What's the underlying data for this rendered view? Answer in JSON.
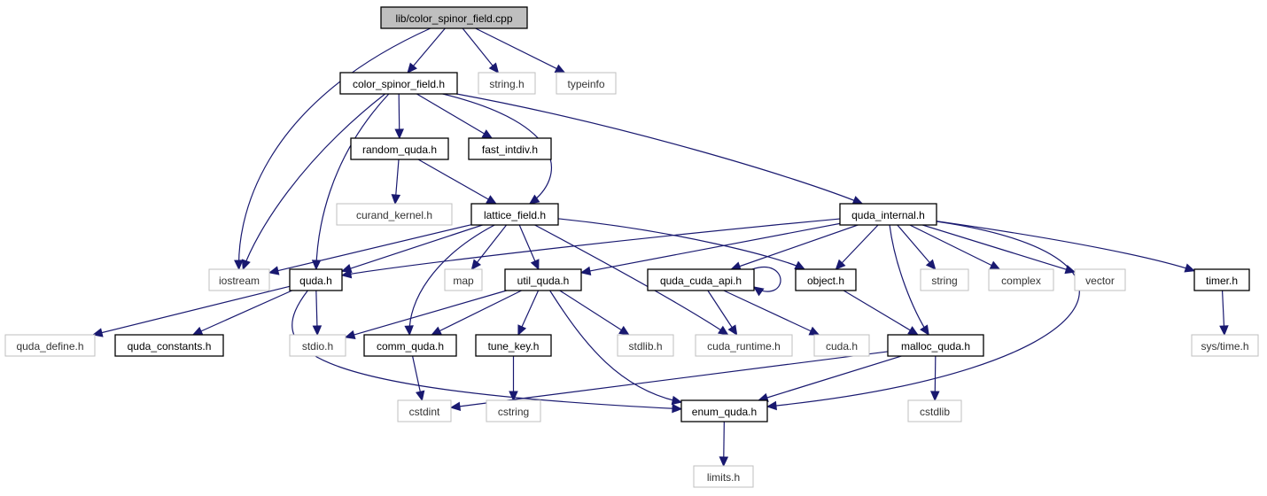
{
  "graph": {
    "nodes": [
      {
        "id": "color_spinor_field_cpp",
        "label": "lib/color_spinor_field.cpp",
        "kind": "root"
      },
      {
        "id": "color_spinor_field_h",
        "label": "color_spinor_field.h",
        "kind": "internal"
      },
      {
        "id": "string_h",
        "label": "string.h",
        "kind": "external"
      },
      {
        "id": "typeinfo",
        "label": "typeinfo",
        "kind": "external"
      },
      {
        "id": "random_quda_h",
        "label": "random_quda.h",
        "kind": "internal"
      },
      {
        "id": "fast_intdiv_h",
        "label": "fast_intdiv.h",
        "kind": "internal"
      },
      {
        "id": "curand_kernel_h",
        "label": "curand_kernel.h",
        "kind": "external"
      },
      {
        "id": "lattice_field_h",
        "label": "lattice_field.h",
        "kind": "internal"
      },
      {
        "id": "quda_internal_h",
        "label": "quda_internal.h",
        "kind": "internal"
      },
      {
        "id": "iostream",
        "label": "iostream",
        "kind": "external"
      },
      {
        "id": "quda_h",
        "label": "quda.h",
        "kind": "internal"
      },
      {
        "id": "map",
        "label": "map",
        "kind": "external"
      },
      {
        "id": "util_quda_h",
        "label": "util_quda.h",
        "kind": "internal"
      },
      {
        "id": "quda_cuda_api_h",
        "label": "quda_cuda_api.h",
        "kind": "internal"
      },
      {
        "id": "object_h",
        "label": "object.h",
        "kind": "internal"
      },
      {
        "id": "string",
        "label": "string",
        "kind": "external"
      },
      {
        "id": "complex",
        "label": "complex",
        "kind": "external"
      },
      {
        "id": "vector",
        "label": "vector",
        "kind": "external"
      },
      {
        "id": "timer_h",
        "label": "timer.h",
        "kind": "internal"
      },
      {
        "id": "quda_define_h",
        "label": "quda_define.h",
        "kind": "external"
      },
      {
        "id": "quda_constants_h",
        "label": "quda_constants.h",
        "kind": "internal"
      },
      {
        "id": "stdio_h",
        "label": "stdio.h",
        "kind": "external"
      },
      {
        "id": "comm_quda_h",
        "label": "comm_quda.h",
        "kind": "internal"
      },
      {
        "id": "tune_key_h",
        "label": "tune_key.h",
        "kind": "internal"
      },
      {
        "id": "stdlib_h",
        "label": "stdlib.h",
        "kind": "external"
      },
      {
        "id": "cuda_runtime_h",
        "label": "cuda_runtime.h",
        "kind": "external"
      },
      {
        "id": "cuda_h",
        "label": "cuda.h",
        "kind": "external"
      },
      {
        "id": "malloc_quda_h",
        "label": "malloc_quda.h",
        "kind": "internal"
      },
      {
        "id": "sys_time_h",
        "label": "sys/time.h",
        "kind": "external"
      },
      {
        "id": "cstdint",
        "label": "cstdint",
        "kind": "external"
      },
      {
        "id": "cstring",
        "label": "cstring",
        "kind": "external"
      },
      {
        "id": "enum_quda_h",
        "label": "enum_quda.h",
        "kind": "internal"
      },
      {
        "id": "cstdlib",
        "label": "cstdlib",
        "kind": "external"
      },
      {
        "id": "limits_h",
        "label": "limits.h",
        "kind": "external"
      }
    ],
    "edges": [
      [
        "color_spinor_field_cpp",
        "color_spinor_field_h"
      ],
      [
        "color_spinor_field_cpp",
        "string_h"
      ],
      [
        "color_spinor_field_cpp",
        "typeinfo"
      ],
      [
        "color_spinor_field_cpp",
        "iostream"
      ],
      [
        "color_spinor_field_h",
        "random_quda_h"
      ],
      [
        "color_spinor_field_h",
        "fast_intdiv_h"
      ],
      [
        "color_spinor_field_h",
        "lattice_field_h"
      ],
      [
        "color_spinor_field_h",
        "quda_internal_h"
      ],
      [
        "color_spinor_field_h",
        "iostream"
      ],
      [
        "color_spinor_field_h",
        "quda_h"
      ],
      [
        "random_quda_h",
        "curand_kernel_h"
      ],
      [
        "random_quda_h",
        "lattice_field_h"
      ],
      [
        "lattice_field_h",
        "iostream"
      ],
      [
        "lattice_field_h",
        "quda_h"
      ],
      [
        "lattice_field_h",
        "map"
      ],
      [
        "lattice_field_h",
        "util_quda_h"
      ],
      [
        "lattice_field_h",
        "object_h"
      ],
      [
        "lattice_field_h",
        "comm_quda_h"
      ],
      [
        "lattice_field_h",
        "cuda_runtime_h"
      ],
      [
        "quda_internal_h",
        "quda_h"
      ],
      [
        "quda_internal_h",
        "util_quda_h"
      ],
      [
        "quda_internal_h",
        "quda_cuda_api_h"
      ],
      [
        "quda_internal_h",
        "object_h"
      ],
      [
        "quda_internal_h",
        "string"
      ],
      [
        "quda_internal_h",
        "complex"
      ],
      [
        "quda_internal_h",
        "vector"
      ],
      [
        "quda_internal_h",
        "timer_h"
      ],
      [
        "quda_internal_h",
        "malloc_quda_h"
      ],
      [
        "quda_internal_h",
        "enum_quda_h"
      ],
      [
        "quda_h",
        "quda_define_h"
      ],
      [
        "quda_h",
        "quda_constants_h"
      ],
      [
        "quda_h",
        "stdio_h"
      ],
      [
        "quda_h",
        "enum_quda_h"
      ],
      [
        "util_quda_h",
        "stdio_h"
      ],
      [
        "util_quda_h",
        "comm_quda_h"
      ],
      [
        "util_quda_h",
        "tune_key_h"
      ],
      [
        "util_quda_h",
        "stdlib_h"
      ],
      [
        "util_quda_h",
        "enum_quda_h"
      ],
      [
        "quda_cuda_api_h",
        "quda_cuda_api_h"
      ],
      [
        "quda_cuda_api_h",
        "cuda_runtime_h"
      ],
      [
        "quda_cuda_api_h",
        "cuda_h"
      ],
      [
        "object_h",
        "malloc_quda_h"
      ],
      [
        "timer_h",
        "sys_time_h"
      ],
      [
        "comm_quda_h",
        "cstdint"
      ],
      [
        "tune_key_h",
        "cstring"
      ],
      [
        "malloc_quda_h",
        "cstdint"
      ],
      [
        "malloc_quda_h",
        "enum_quda_h"
      ],
      [
        "malloc_quda_h",
        "cstdlib"
      ],
      [
        "enum_quda_h",
        "limits_h"
      ]
    ]
  }
}
